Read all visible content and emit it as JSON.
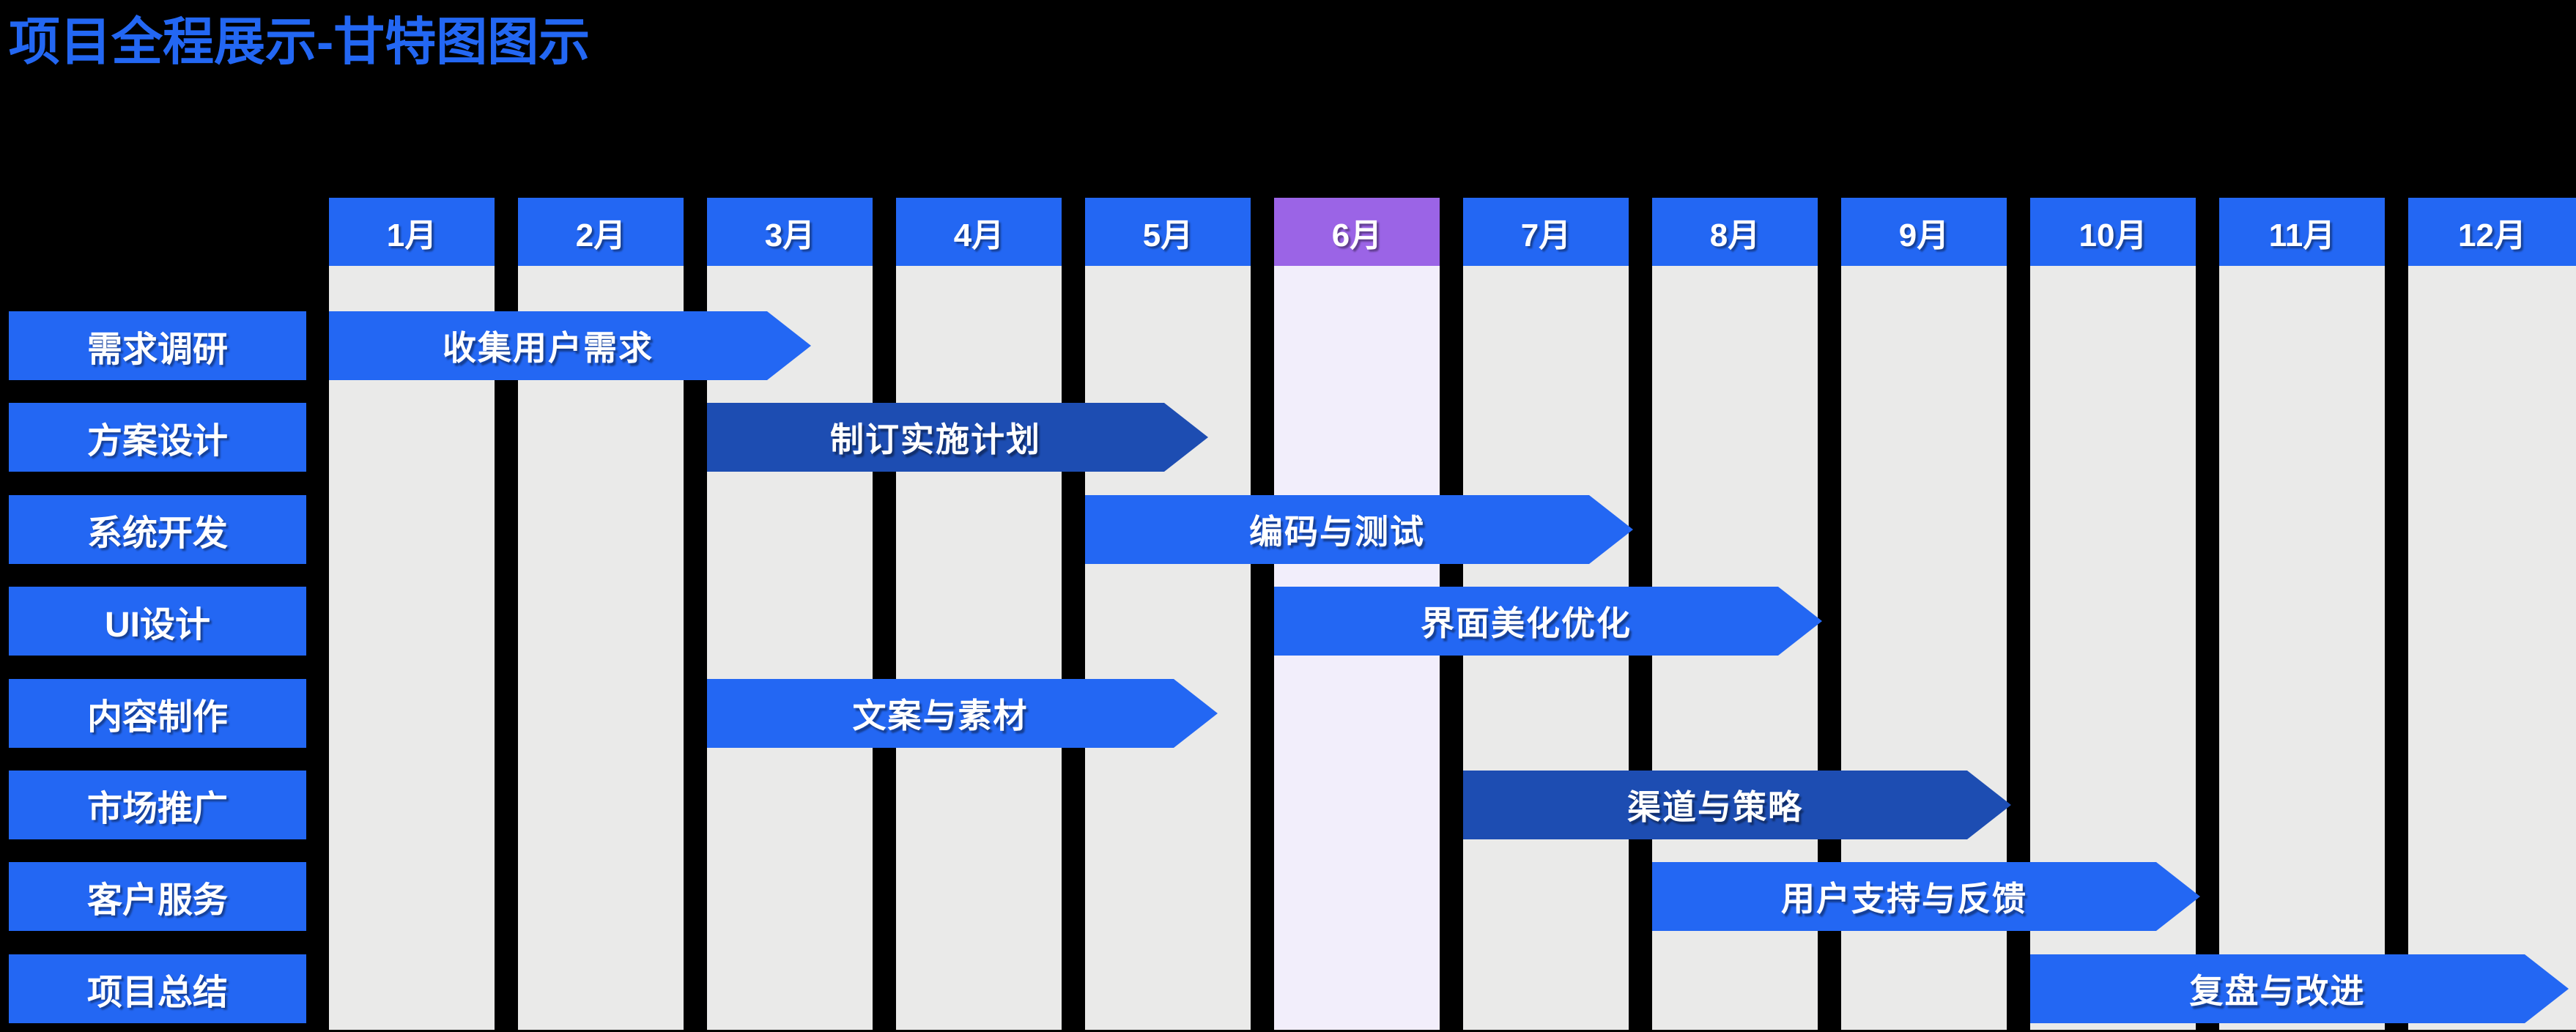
{
  "title": "项目全程展示-甘特图图示",
  "colors": {
    "background": "#000000",
    "accent": "#2367F3",
    "dark_bar": "#1D4DB2",
    "highlight_header": "#9B64E6",
    "highlight_column_bg": "#F2EEFB",
    "column_bg": "#EAEAE9",
    "text_on_blue": "#FFFFFF"
  },
  "chart_data": {
    "type": "bar",
    "subtype": "gantt-timeline",
    "title": "项目全程展示-甘特图图示",
    "x_unit": "month",
    "x_domain": [
      0,
      12
    ],
    "month_labels": [
      "1月",
      "2月",
      "3月",
      "4月",
      "5月",
      "6月",
      "7月",
      "8月",
      "9月",
      "10月",
      "11月",
      "12月"
    ],
    "highlight_month": "6月",
    "legend": "none",
    "grid": "off",
    "rows": [
      {
        "category": "需求调研",
        "task": "收集用户需求",
        "start": 0,
        "end": 2.55,
        "shade": "light"
      },
      {
        "category": "方案设计",
        "task": "制订实施计划",
        "start": 2,
        "end": 4.65,
        "shade": "dark"
      },
      {
        "category": "系统开发",
        "task": "编码与测试",
        "start": 4,
        "end": 6.9,
        "shade": "light"
      },
      {
        "category": "UI设计",
        "task": "界面美化优化",
        "start": 5,
        "end": 7.9,
        "shade": "light"
      },
      {
        "category": "内容制作",
        "task": "文案与素材",
        "start": 2,
        "end": 4.7,
        "shade": "light"
      },
      {
        "category": "市场推广",
        "task": "渠道与策略",
        "start": 6,
        "end": 8.9,
        "shade": "dark"
      },
      {
        "category": "客户服务",
        "task": "用户支持与反馈",
        "start": 7,
        "end": 9.9,
        "shade": "light"
      },
      {
        "category": "项目总结",
        "task": "复盘与改进",
        "start": 9,
        "end": 11.85,
        "shade": "light"
      }
    ]
  }
}
